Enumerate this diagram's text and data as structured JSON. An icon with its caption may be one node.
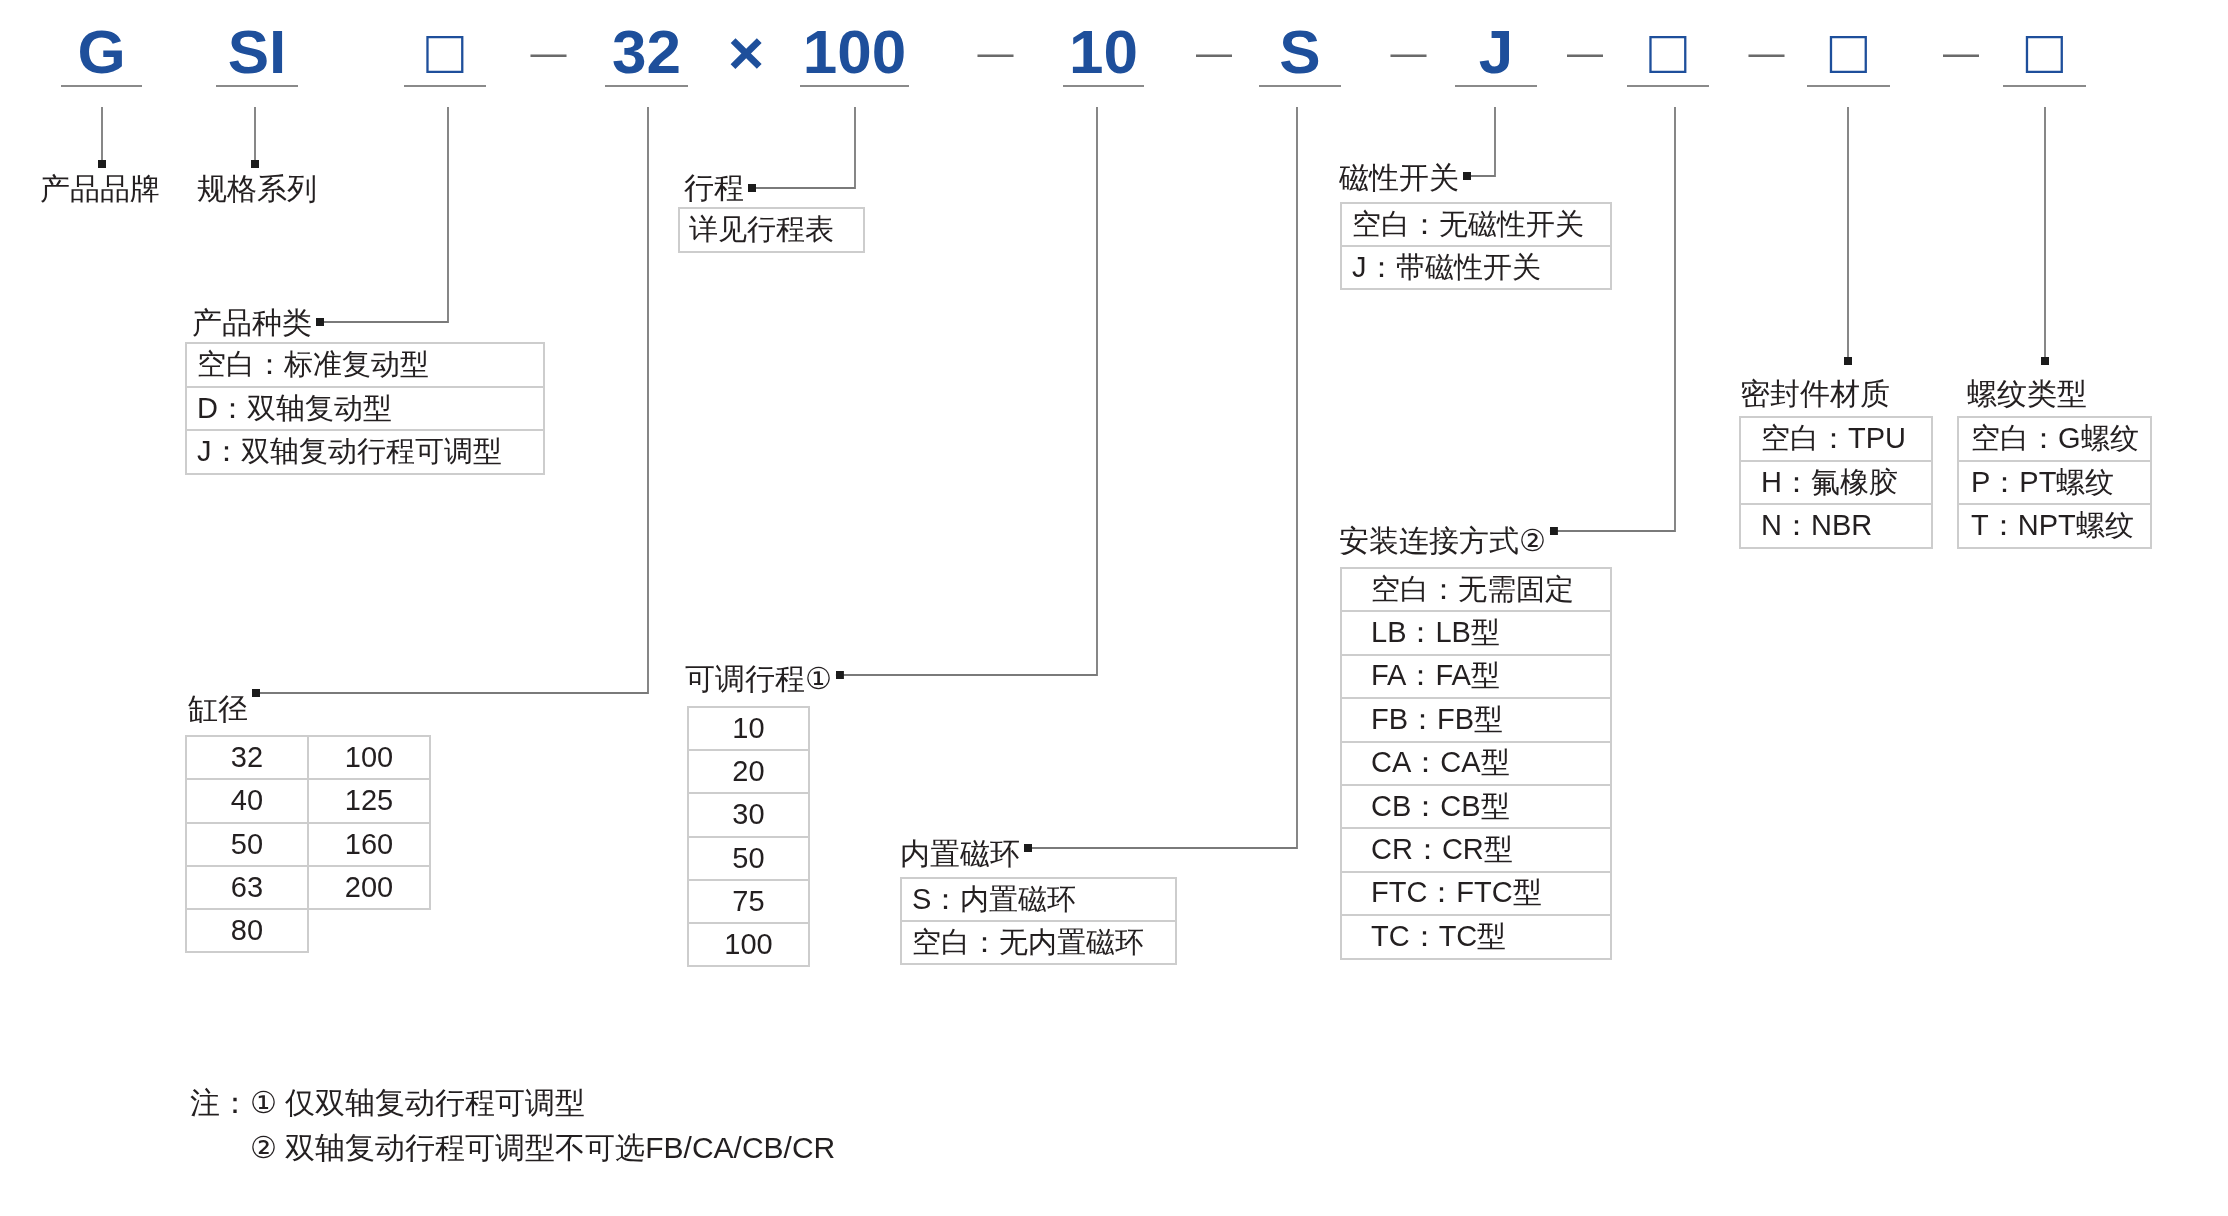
{
  "diagram": {
    "nodes": [
      {
        "text": [
          "G"
        ]
      },
      {
        "text": [
          "SI"
        ]
      },
      {
        "text": [
          "□"
        ]
      },
      {
        "text": [
          "32"
        ]
      },
      {
        "text": [
          "100"
        ]
      },
      {
        "text": [
          "10"
        ]
      },
      {
        "text": [
          "S"
        ]
      },
      {
        "text": [
          "J"
        ]
      },
      {
        "text": [
          "□"
        ]
      },
      {
        "text": [
          "□"
        ]
      },
      {
        "text": [
          "□"
        ]
      },
      {
        "text": [
          "产品品牌"
        ]
      },
      {
        "text": [
          "规格系列"
        ]
      },
      {
        "text": [
          "产品种类"
        ]
      },
      {
        "text": [
          "空白：标准复动型"
        ]
      },
      {
        "text": [
          "D：双轴复动型"
        ]
      },
      {
        "text": [
          "J：双轴复动行程可调型"
        ]
      },
      {
        "text": [
          "缸径"
        ]
      },
      {
        "text": [
          "32"
        ]
      },
      {
        "text": [
          "100"
        ]
      },
      {
        "text": [
          "40"
        ]
      },
      {
        "text": [
          "125"
        ]
      },
      {
        "text": [
          "50"
        ]
      },
      {
        "text": [
          "160"
        ]
      },
      {
        "text": [
          "63"
        ]
      },
      {
        "text": [
          "200"
        ]
      },
      {
        "text": [
          "80"
        ]
      },
      {
        "text": [
          "行程"
        ]
      },
      {
        "text": [
          "详见行程表"
        ]
      },
      {
        "text": [
          "可调行程①"
        ]
      },
      {
        "text": [
          "10"
        ]
      },
      {
        "text": [
          "20"
        ]
      },
      {
        "text": [
          "30"
        ]
      },
      {
        "text": [
          "50"
        ]
      },
      {
        "text": [
          "75"
        ]
      },
      {
        "text": [
          "100"
        ]
      },
      {
        "text": [
          "内置磁环"
        ]
      },
      {
        "text": [
          "S：内置磁环"
        ]
      },
      {
        "text": [
          "空白：无内置磁环"
        ]
      },
      {
        "text": [
          "磁性开关"
        ]
      },
      {
        "text": [
          "空白：无磁性开关"
        ]
      },
      {
        "text": [
          "J：带磁性开关"
        ]
      },
      {
        "text": [
          "安装连接方式②"
        ]
      },
      {
        "text": [
          "空白：无需固定"
        ]
      },
      {
        "text": [
          "LB：LB型"
        ]
      },
      {
        "text": [
          "FA：FA型"
        ]
      },
      {
        "text": [
          "FB：FB型"
        ]
      },
      {
        "text": [
          "CA：CA型"
        ]
      },
      {
        "text": [
          "CB：CB型"
        ]
      },
      {
        "text": [
          "CR：CR型"
        ]
      },
      {
        "text": [
          "FTC：FTC型"
        ]
      },
      {
        "text": [
          "TC：TC型"
        ]
      },
      {
        "text": [
          "密封件材质"
        ]
      },
      {
        "text": [
          "空白：TPU"
        ]
      },
      {
        "text": [
          "H：氟橡胶"
        ]
      },
      {
        "text": [
          "N：NBR"
        ]
      },
      {
        "text": [
          "螺纹类型"
        ]
      },
      {
        "text": [
          "空白：G螺纹"
        ]
      },
      {
        "text": [
          "P：PT螺纹"
        ]
      },
      {
        "text": [
          "T：NPT螺纹"
        ]
      }
    ],
    "edges": [
      {
        "from": 0,
        "to": 11,
        "arrow": "other"
      },
      {
        "from": 1,
        "to": 12,
        "arrow": "other"
      },
      {
        "from": 2,
        "to": 13,
        "arrow": "other"
      },
      {
        "from": 3,
        "to": 17,
        "arrow": "other"
      },
      {
        "from": 4,
        "to": 27,
        "arrow": "other"
      },
      {
        "from": 5,
        "to": 29,
        "arrow": "other"
      },
      {
        "from": 6,
        "to": 36,
        "arrow": "other"
      },
      {
        "from": 7,
        "to": 39,
        "arrow": "other"
      },
      {
        "from": 8,
        "to": 42,
        "arrow": "other"
      },
      {
        "from": 9,
        "to": 52,
        "arrow": "other"
      },
      {
        "from": 10,
        "to": 56,
        "arrow": "other"
      }
    ],
    "labels": [
      "—",
      "×",
      "—",
      "—",
      "—",
      "—",
      "—",
      "—",
      "注：① 仅双轴复动行程可调型",
      "② 双轴复动行程可调型不可选FB/CA/CB/CR"
    ]
  }
}
